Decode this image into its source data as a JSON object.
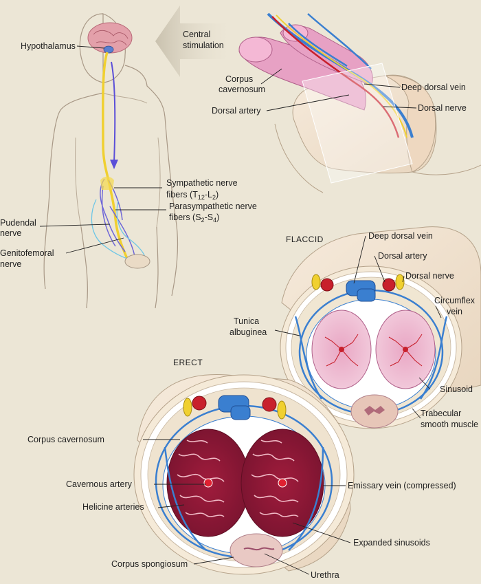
{
  "labels": {
    "hypothalamus": "Hypothalamus",
    "central_1": "Central",
    "central_2": "stimulation",
    "sympathetic_1": "Sympathetic nerve",
    "sympathetic_2a": "fibers (T",
    "sympathetic_sub1": "12",
    "sympathetic_mid": "-L",
    "sympathetic_sub2": "2",
    "sympathetic_end": ")",
    "parasympathetic_1": "Parasympathetic nerve",
    "parasympathetic_2a": "fibers (S",
    "parasympathetic_sub1": "2",
    "parasympathetic_mid": "-S",
    "parasympathetic_sub2": "4",
    "parasympathetic_end": ")",
    "pudendal_1": "Pudendal",
    "pudendal_2": "nerve",
    "genitofemoral_1": "Genitofemoral",
    "genitofemoral_2": "nerve",
    "corpus_cav_top_1": "Corpus",
    "corpus_cav_top_2": "cavernosum",
    "dorsal_artery_top": "Dorsal artery",
    "deep_dorsal_vein_top": "Deep dorsal vein",
    "dorsal_nerve_top": "Dorsal nerve",
    "flaccid": "FLACCID",
    "deep_dorsal_vein": "Deep dorsal vein",
    "dorsal_artery": "Dorsal artery",
    "dorsal_nerve": "Dorsal nerve",
    "circumflex_1": "Circumflex",
    "circumflex_2": "vein",
    "tunica_1": "Tunica",
    "tunica_2": "albuginea",
    "sinusoid": "Sinusoid",
    "trabecular_1": "Trabecular",
    "trabecular_2": "smooth muscle",
    "erect": "ERECT",
    "corpus_cavernosum": "Corpus cavernosum",
    "cavernous_artery": "Cavernous artery",
    "helicine_arteries": "Helicine arteries",
    "emissary_vein": "Emissary vein (compressed)",
    "expanded_sinusoids": "Expanded sinusoids",
    "corpus_spongiosum": "Corpus spongiosum",
    "urethra": "Urethra"
  },
  "colors": {
    "background": "#ece6d6",
    "skin": "#f1e3cf",
    "vein": "#3a7fd0",
    "artery": "#c8202c",
    "nerve": "#f0d030",
    "tissue_flaccid": "#eab8cf",
    "tissue_erect": "#8e1836",
    "tunica": "#ffffff"
  }
}
